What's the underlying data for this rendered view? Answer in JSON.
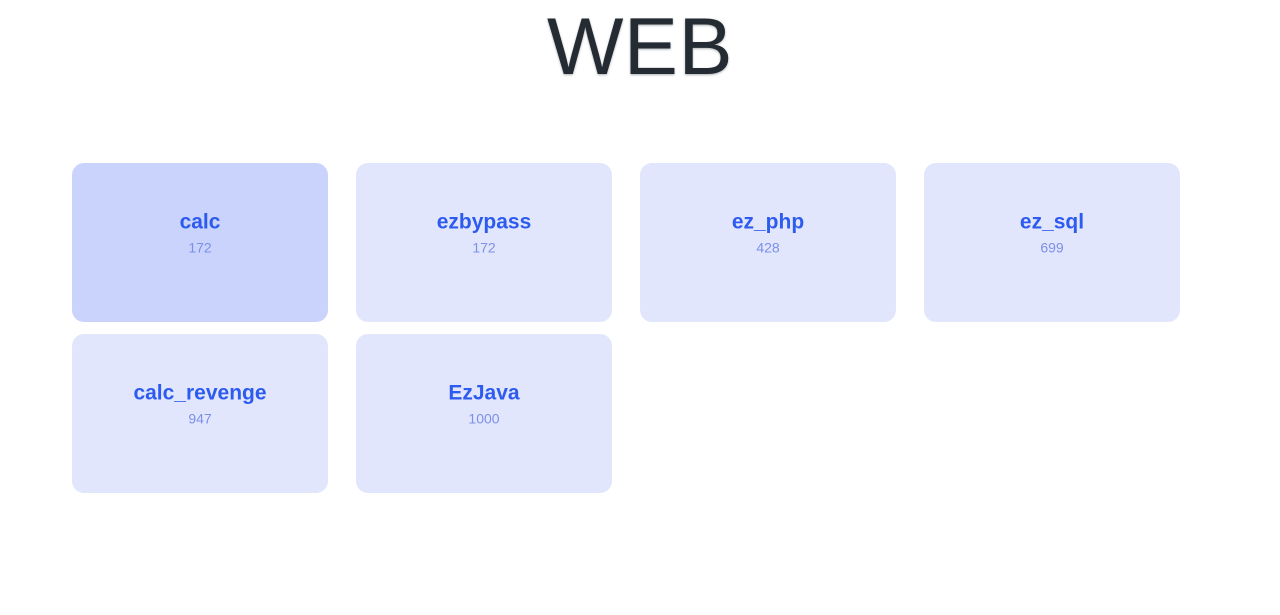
{
  "header": {
    "title": "WEB",
    "title_color": "#242b33"
  },
  "theme": {
    "page_background": "#ffffff",
    "card_background": "#e2e6fd",
    "card_background_active": "#c9d3fb",
    "card_name_color": "#2d5bf0",
    "card_score_color": "#7b90e8"
  },
  "grid": {
    "columns": 4,
    "cards": [
      {
        "name": "calc",
        "score": "172",
        "active": true
      },
      {
        "name": "ezbypass",
        "score": "172",
        "active": false
      },
      {
        "name": "ez_php",
        "score": "428",
        "active": false
      },
      {
        "name": "ez_sql",
        "score": "699",
        "active": false
      },
      {
        "name": "calc_revenge",
        "score": "947",
        "active": false
      },
      {
        "name": "EzJava",
        "score": "1000",
        "active": false
      }
    ]
  }
}
